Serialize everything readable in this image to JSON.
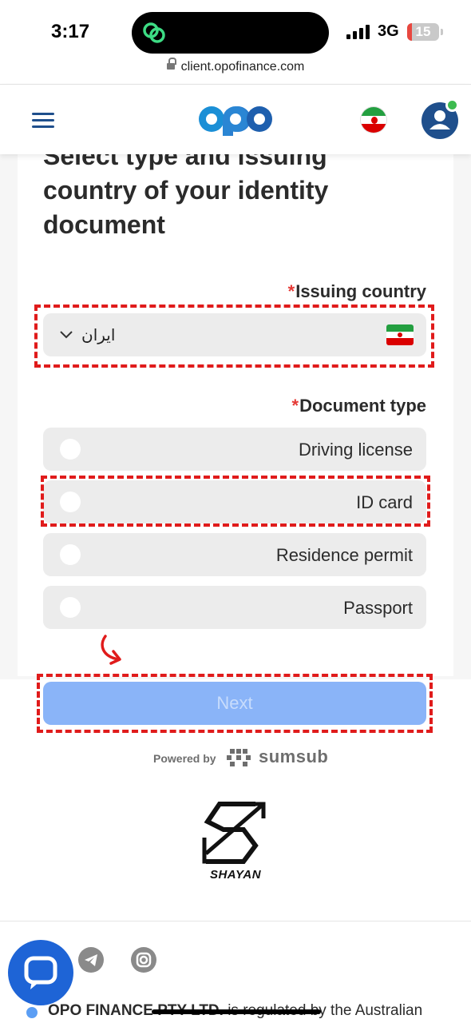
{
  "status_bar": {
    "time": "3:17",
    "network": "3G",
    "battery_level": "15",
    "battery_fraction": 0.15
  },
  "browser": {
    "url": "client.opofinance.com"
  },
  "header": {
    "logo": "opo",
    "flag": "iran-flag",
    "account": "user-icon"
  },
  "form": {
    "title": "Select type and issuing country of your identity document",
    "required_mark": "*",
    "issuing_country_label": "Issuing country",
    "issuing_country_value": "ایران",
    "document_type_label": "Document type",
    "options": [
      {
        "label": "Driving license",
        "selected": false
      },
      {
        "label": "ID card",
        "selected": false
      },
      {
        "label": "Residence permit",
        "selected": false
      },
      {
        "label": "Passport",
        "selected": false
      }
    ],
    "next_label": "Next"
  },
  "powered": {
    "prefix": "Powered by",
    "brand": "sumsub"
  },
  "watermark": {
    "text": "SHAYAN"
  },
  "footer": {
    "company": "OPO FINANCE PTY LTD.",
    "text": " is regulated by the Australian"
  },
  "colors": {
    "brand": "#1f4f8c",
    "accent": "#8ab4f8",
    "required": "#e53935",
    "highlight": "#e01b1b"
  }
}
